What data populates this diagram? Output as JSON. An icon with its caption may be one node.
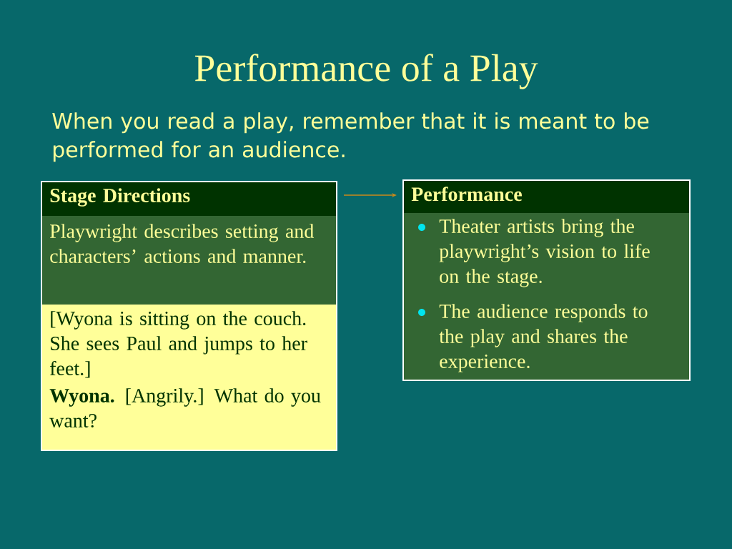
{
  "diagram": {
    "title": "Performance of a Play",
    "nodes": [
      {
        "text": [
          "Stage Directions",
          "Playwright describes setting and characters’ actions and manner.",
          "[Wyona is sitting on the couch. She sees Paul and jumps to her feet.]",
          "**Wyona.** [Angrily.] What do you want?"
        ]
      },
      {
        "text": [
          "Performance",
          "Theater artists bring the playwright’s vision to life on the stage.",
          "The audience responds to the play and shares the experience."
        ]
      }
    ],
    "edges": [
      {
        "from": 0,
        "to": 1,
        "arrow": "to"
      }
    ],
    "labels": [
      "When you read a play, remember that it is meant to be performed for an audience."
    ]
  }
}
